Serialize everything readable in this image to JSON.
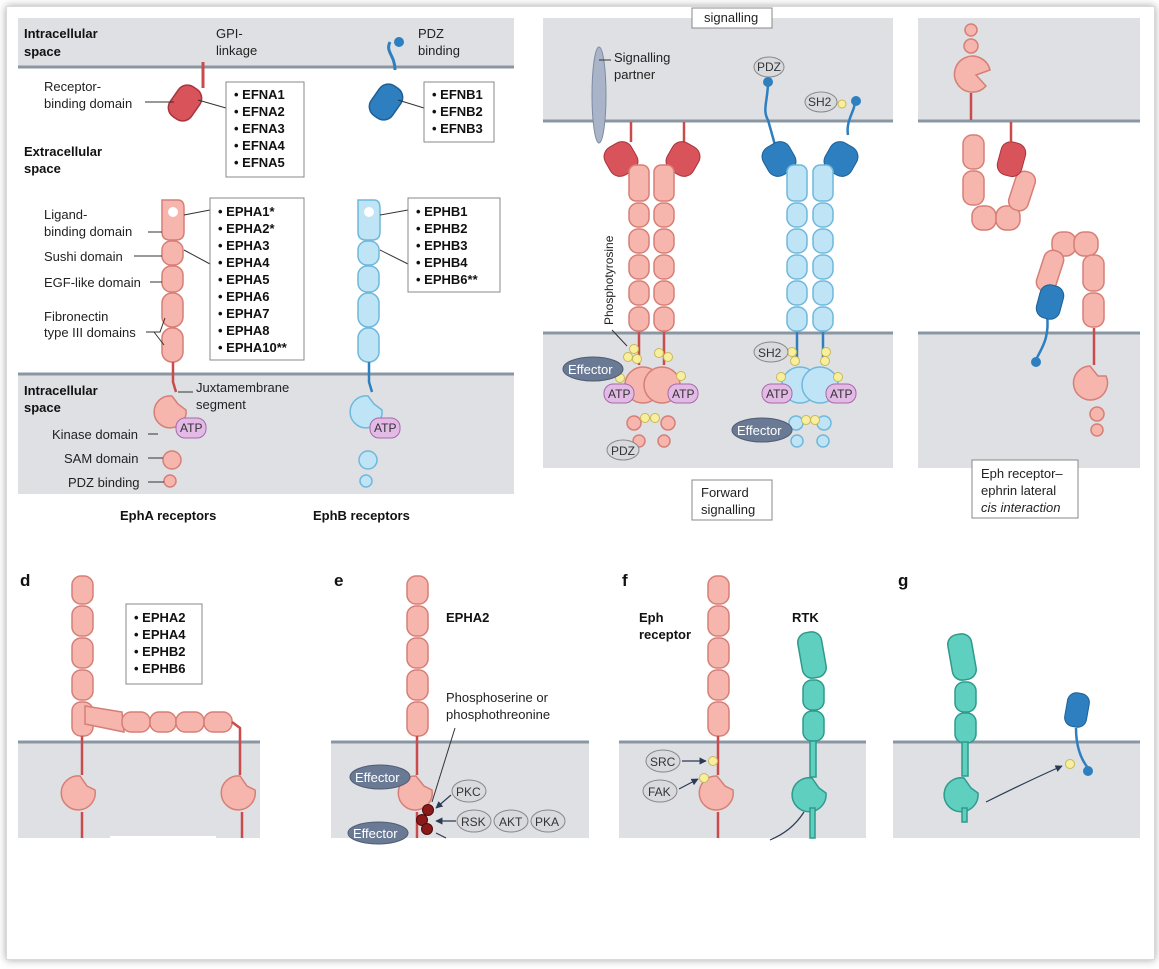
{
  "panel_a": {
    "intracellular_top": [
      "Intracellular",
      "space"
    ],
    "extracellular": [
      "Extracellular",
      "space"
    ],
    "intracellular_bottom": [
      "Intracellular",
      "space"
    ],
    "gpi": [
      "GPI-",
      "linkage"
    ],
    "pdz_binding_top": [
      "PDZ",
      "binding"
    ],
    "receptor_binding": [
      "Receptor-",
      "binding domain"
    ],
    "efna": [
      "EFNA1",
      "EFNA2",
      "EFNA3",
      "EFNA4",
      "EFNA5"
    ],
    "efnb": [
      "EFNB1",
      "EFNB2",
      "EFNB3"
    ],
    "ligand_binding": [
      "Ligand-",
      "binding domain"
    ],
    "sushi": "Sushi domain",
    "egf": "EGF-like domain",
    "fibronectin": [
      "Fibronectin",
      "type III domains"
    ],
    "epha": [
      "EPHA1*",
      "EPHA2*",
      "EPHA3",
      "EPHA4",
      "EPHA5",
      "EPHA6",
      "EPHA7",
      "EPHA8",
      "EPHA10**"
    ],
    "ephb": [
      "EPHB1",
      "EPHB2",
      "EPHB3",
      "EPHB4",
      "EPHB6**"
    ],
    "juxtamembrane": [
      "Juxtamembrane",
      "segment"
    ],
    "kinase": "Kinase domain",
    "sam": "SAM domain",
    "pdz_binding": "PDZ binding",
    "atp": "ATP",
    "epha_caption": "EphA receptors",
    "ephb_caption": "EphB receptors"
  },
  "panel_b": {
    "top_caption": "signalling",
    "signalling_partner": [
      "Signalling",
      "partner"
    ],
    "pdz": "PDZ",
    "sh2": "SH2",
    "phosphotyrosine": "Phosphotyrosine",
    "effector": "Effector",
    "atp": "ATP",
    "caption": [
      "Forward",
      "signalling"
    ]
  },
  "panel_c": {
    "caption": [
      "Eph receptor–",
      "ephrin lateral",
      "cis interaction"
    ]
  },
  "panel_d": {
    "letter": "d",
    "list": [
      "EPHA2",
      "EPHA4",
      "EPHB2",
      "EPHB6"
    ]
  },
  "panel_e": {
    "letter": "e",
    "title": "EPHA2",
    "phospho": [
      "Phosphoserine or",
      "phosphothreonine"
    ],
    "effector": "Effector",
    "kinases": [
      "PKC",
      "RSK",
      "AKT",
      "PKA"
    ]
  },
  "panel_f": {
    "letter": "f",
    "eph": [
      "Eph",
      "receptor"
    ],
    "rtk": "RTK",
    "src": "SRC",
    "fak": "FAK"
  },
  "panel_g": {
    "letter": "g"
  },
  "colors": {
    "membrane_band": "#dfe0e4",
    "membrane_line": "#8a97a3",
    "epha_fill": "#f6b5ad",
    "epha_stroke": "#d67f76",
    "ephb_fill": "#bfe4f5",
    "ephb_stroke": "#6fb8dc",
    "efna": "#d9535b",
    "efnb": "#2e7fc0",
    "rtk": "#5fcfc0",
    "effector": "#6b7a94",
    "atp": "#e3b9e6",
    "phospho": "#f8ef9e",
    "phospho_ser": "#8a1a1a"
  }
}
